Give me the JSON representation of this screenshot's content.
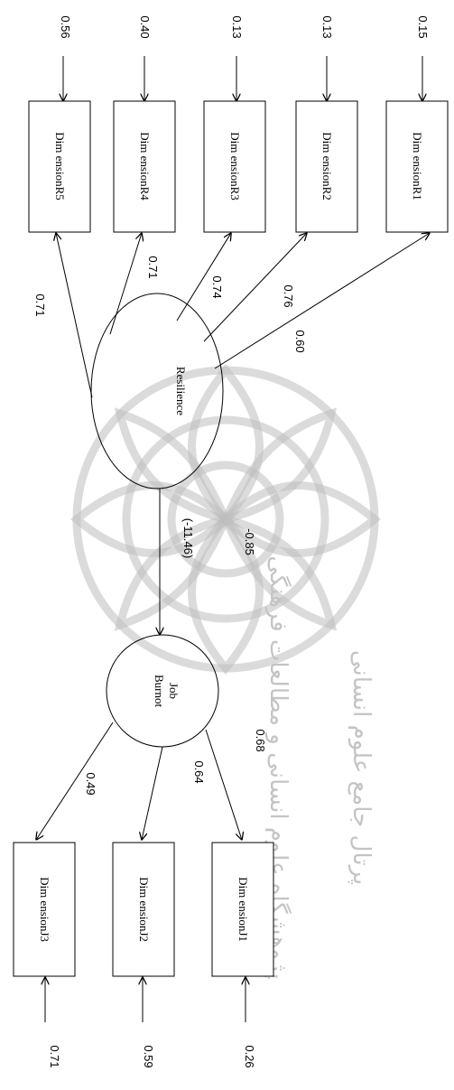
{
  "latent": {
    "resilience": "Resilience",
    "job_burnout_line1": "Job",
    "job_burnout_line2": "Burnot"
  },
  "observed": {
    "r1": "Dim ensionR1",
    "r2": "Dim ensionR2",
    "r3": "Dim ensionR3",
    "r4": "Dim ensionR4",
    "r5": "Dim ensionR5",
    "j1": "Dim ensionJ1",
    "j2": "Dim ensionJ2",
    "j3": "Dim ensionJ3"
  },
  "errors": {
    "r1": "0.15",
    "r2": "0.13",
    "r3": "0.13",
    "r4": "0.40",
    "r5": "0.56",
    "j1": "0.26",
    "j2": "0.59",
    "j3": "0.71"
  },
  "loadings": {
    "r1": "0.60",
    "r2": "0.76",
    "r3": "0.74",
    "r4": "0.71",
    "r5": "0.71",
    "j1": "0.68",
    "j2": "0.64",
    "j3": "0.49"
  },
  "path": {
    "coefficient": "-0.85",
    "t_value": "(-11.46)"
  },
  "watermark": {
    "line1": "پژوهشگاه علوم انسانی و مطالعات فرهنگی",
    "line2": "پرتال جامع علوم انسانی"
  }
}
